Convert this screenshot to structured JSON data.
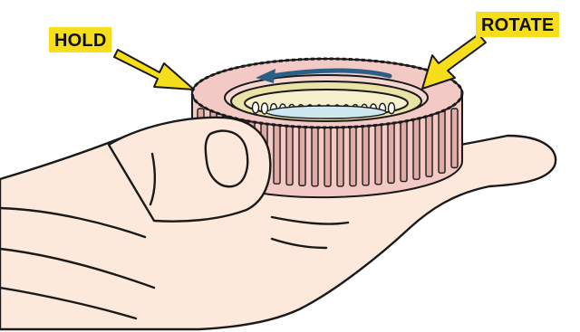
{
  "labels": {
    "hold": "HOLD",
    "rotate": "ROTATE"
  },
  "colors": {
    "label_background": "#f7de1c",
    "arrow_fill": "#f7de1c",
    "outline": "#1a1a1a",
    "gear_body": "#f2c9c4",
    "gear_shade": "#e3aaa4",
    "bearing_race": "#ebe2a6",
    "rotation_arrow": "#2b5f86",
    "skin": "#fde9dc"
  },
  "icons": {
    "hold_arrow": "arrow-pointing-to-gear-rim",
    "rotate_arrow": "arrow-pointing-to-bearing",
    "rotation_direction": "curved-arrow-counterclockwise"
  }
}
